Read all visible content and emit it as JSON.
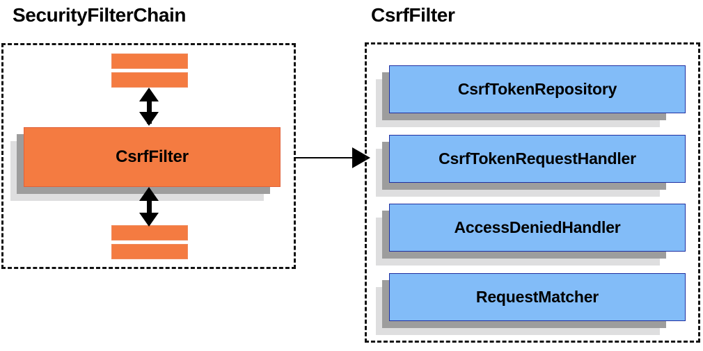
{
  "diagram": {
    "panels": [
      {
        "id": "security-filter-chain",
        "title": "SecurityFilterChain",
        "accent_color": "#f47b41",
        "named_element": "CsrfFilter",
        "anonymous_slab_count": 4
      },
      {
        "id": "csrf-filter",
        "title": "CsrfFilter",
        "accent_color": "#82bcf8",
        "collaborators": [
          {
            "label": "CsrfTokenRepository"
          },
          {
            "label": "CsrfTokenRequestHandler"
          },
          {
            "label": "AccessDeniedHandler"
          },
          {
            "label": "RequestMatcher"
          }
        ]
      }
    ],
    "connector": {
      "from": "CsrfFilter",
      "to": "CsrfFilter detail panel",
      "style": "single-headed-arrow"
    },
    "internal_connectors": [
      {
        "style": "double-headed-arrow",
        "position": "above CsrfFilter"
      },
      {
        "style": "double-headed-arrow",
        "position": "below CsrfFilter"
      }
    ],
    "colors": {
      "orange_fill": "#f47b41",
      "orange_border": "#e0613a",
      "blue_fill": "#82bcf8",
      "blue_border": "#1f2fa0",
      "shadow_near": "#9d9d9d",
      "shadow_far": "#dededf",
      "outline": "#111111",
      "background": "#ffffff",
      "text": "#000000"
    }
  }
}
